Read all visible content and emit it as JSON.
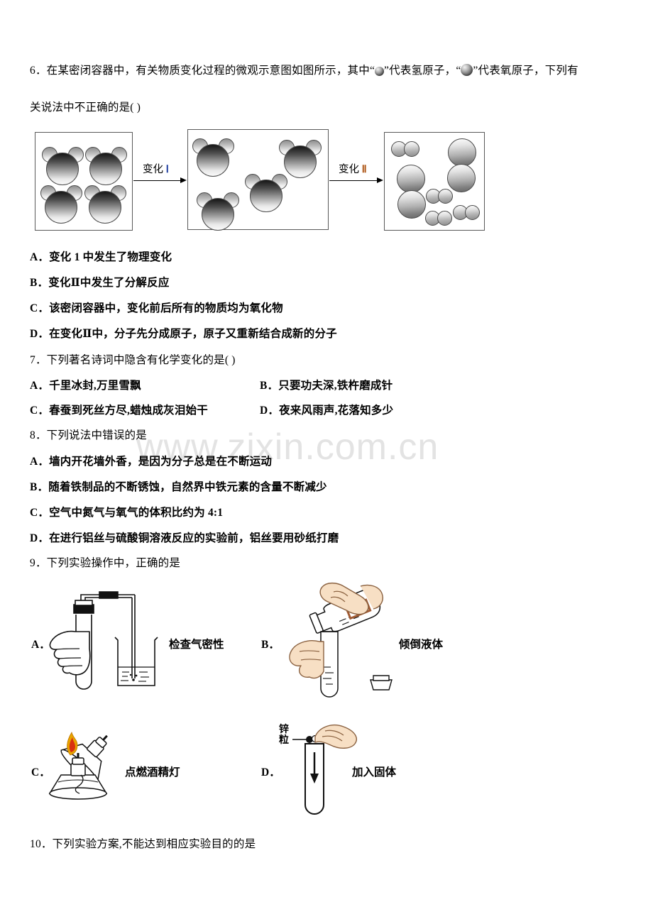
{
  "watermark": {
    "text": "www.zixin.com.cn"
  },
  "questions": [
    {
      "number": "6．",
      "stem_part1": "在某密闭容器中，有关物质变化过程的微观示意图如图所示，其中“",
      "stem_part2": "”代表氢原子，“",
      "stem_part3": "”代表氧原子，下列有",
      "stem_line2": "关说法中不正确的是(        )",
      "options": [
        {
          "label": "A．",
          "text": "变化 1 中发生了物理变化"
        },
        {
          "label": "B．",
          "text": "变化Ⅱ中发生了分解反应"
        },
        {
          "label": "C．",
          "text": "该密闭容器中，变化前后所有的物质均为氧化物"
        },
        {
          "label": "D．",
          "text": "在变化Ⅱ中，分子先分成原子，原子又重新结合成新的分子"
        }
      ],
      "diagram": {
        "arrow1_label_cn": "变化",
        "arrow1_label_num": "Ⅰ",
        "arrow2_label_cn": "变化",
        "arrow2_label_num": "Ⅱ",
        "box1_contents": "4 water molecules in 2x2 grid",
        "box2_contents": "4 water molecules scattered",
        "box3_contents": "4 oxygen atoms and 4 hydrogen molecule pairs"
      }
    },
    {
      "number": "7．",
      "stem": "下列著名诗词中隐含有化学变化的是(        )",
      "options": [
        {
          "label": "A．",
          "text": "千里冰封,万里雪飘"
        },
        {
          "label": "B．",
          "text": "只要功夫深,铁杵磨成针"
        },
        {
          "label": "C．",
          "text": "春蚕到死丝方尽,蜡烛成灰泪始干"
        },
        {
          "label": "D．",
          "text": "夜来风雨声,花落知多少"
        }
      ]
    },
    {
      "number": "8．",
      "stem": "下列说法中错误的是",
      "options": [
        {
          "label": "A．",
          "text": "墙内开花墙外香，是因为分子总是在不断运动"
        },
        {
          "label": "B．",
          "text": "随着铁制品的不断锈蚀，自然界中铁元素的含量不断减少"
        },
        {
          "label": "C．",
          "text": "空气中氮气与氧气的体积比约为 4:1"
        },
        {
          "label": "D．",
          "text": "在进行铝丝与硫酸铜溶液反应的实验前，铝丝要用砂纸打磨"
        }
      ]
    },
    {
      "number": "9．",
      "stem": "下列实验操作中，正确的是",
      "figures": [
        {
          "label": "A．",
          "caption": "检查气密性",
          "icon": "gas-tightness-apparatus-icon"
        },
        {
          "label": "B．",
          "caption": "倾倒液体",
          "icon": "pouring-liquid-icon"
        },
        {
          "label": "C．",
          "caption": "点燃酒精灯",
          "icon": "lighting-alcohol-lamp-icon"
        },
        {
          "label": "D．",
          "caption": "加入固体",
          "icon": "adding-solid-icon",
          "annotation": "锌粒"
        }
      ]
    },
    {
      "number": "10．",
      "stem": "下列实验方案,不能达到相应实验目的的是"
    }
  ],
  "colors": {
    "roman1": "#1f3fa0",
    "roman2": "#b05a1c",
    "box_border": "#595959",
    "watermark": "#e3e3e3",
    "skin": "#f7dfc4",
    "flame_outer": "#e8a400",
    "flame_inner": "#d83010"
  }
}
